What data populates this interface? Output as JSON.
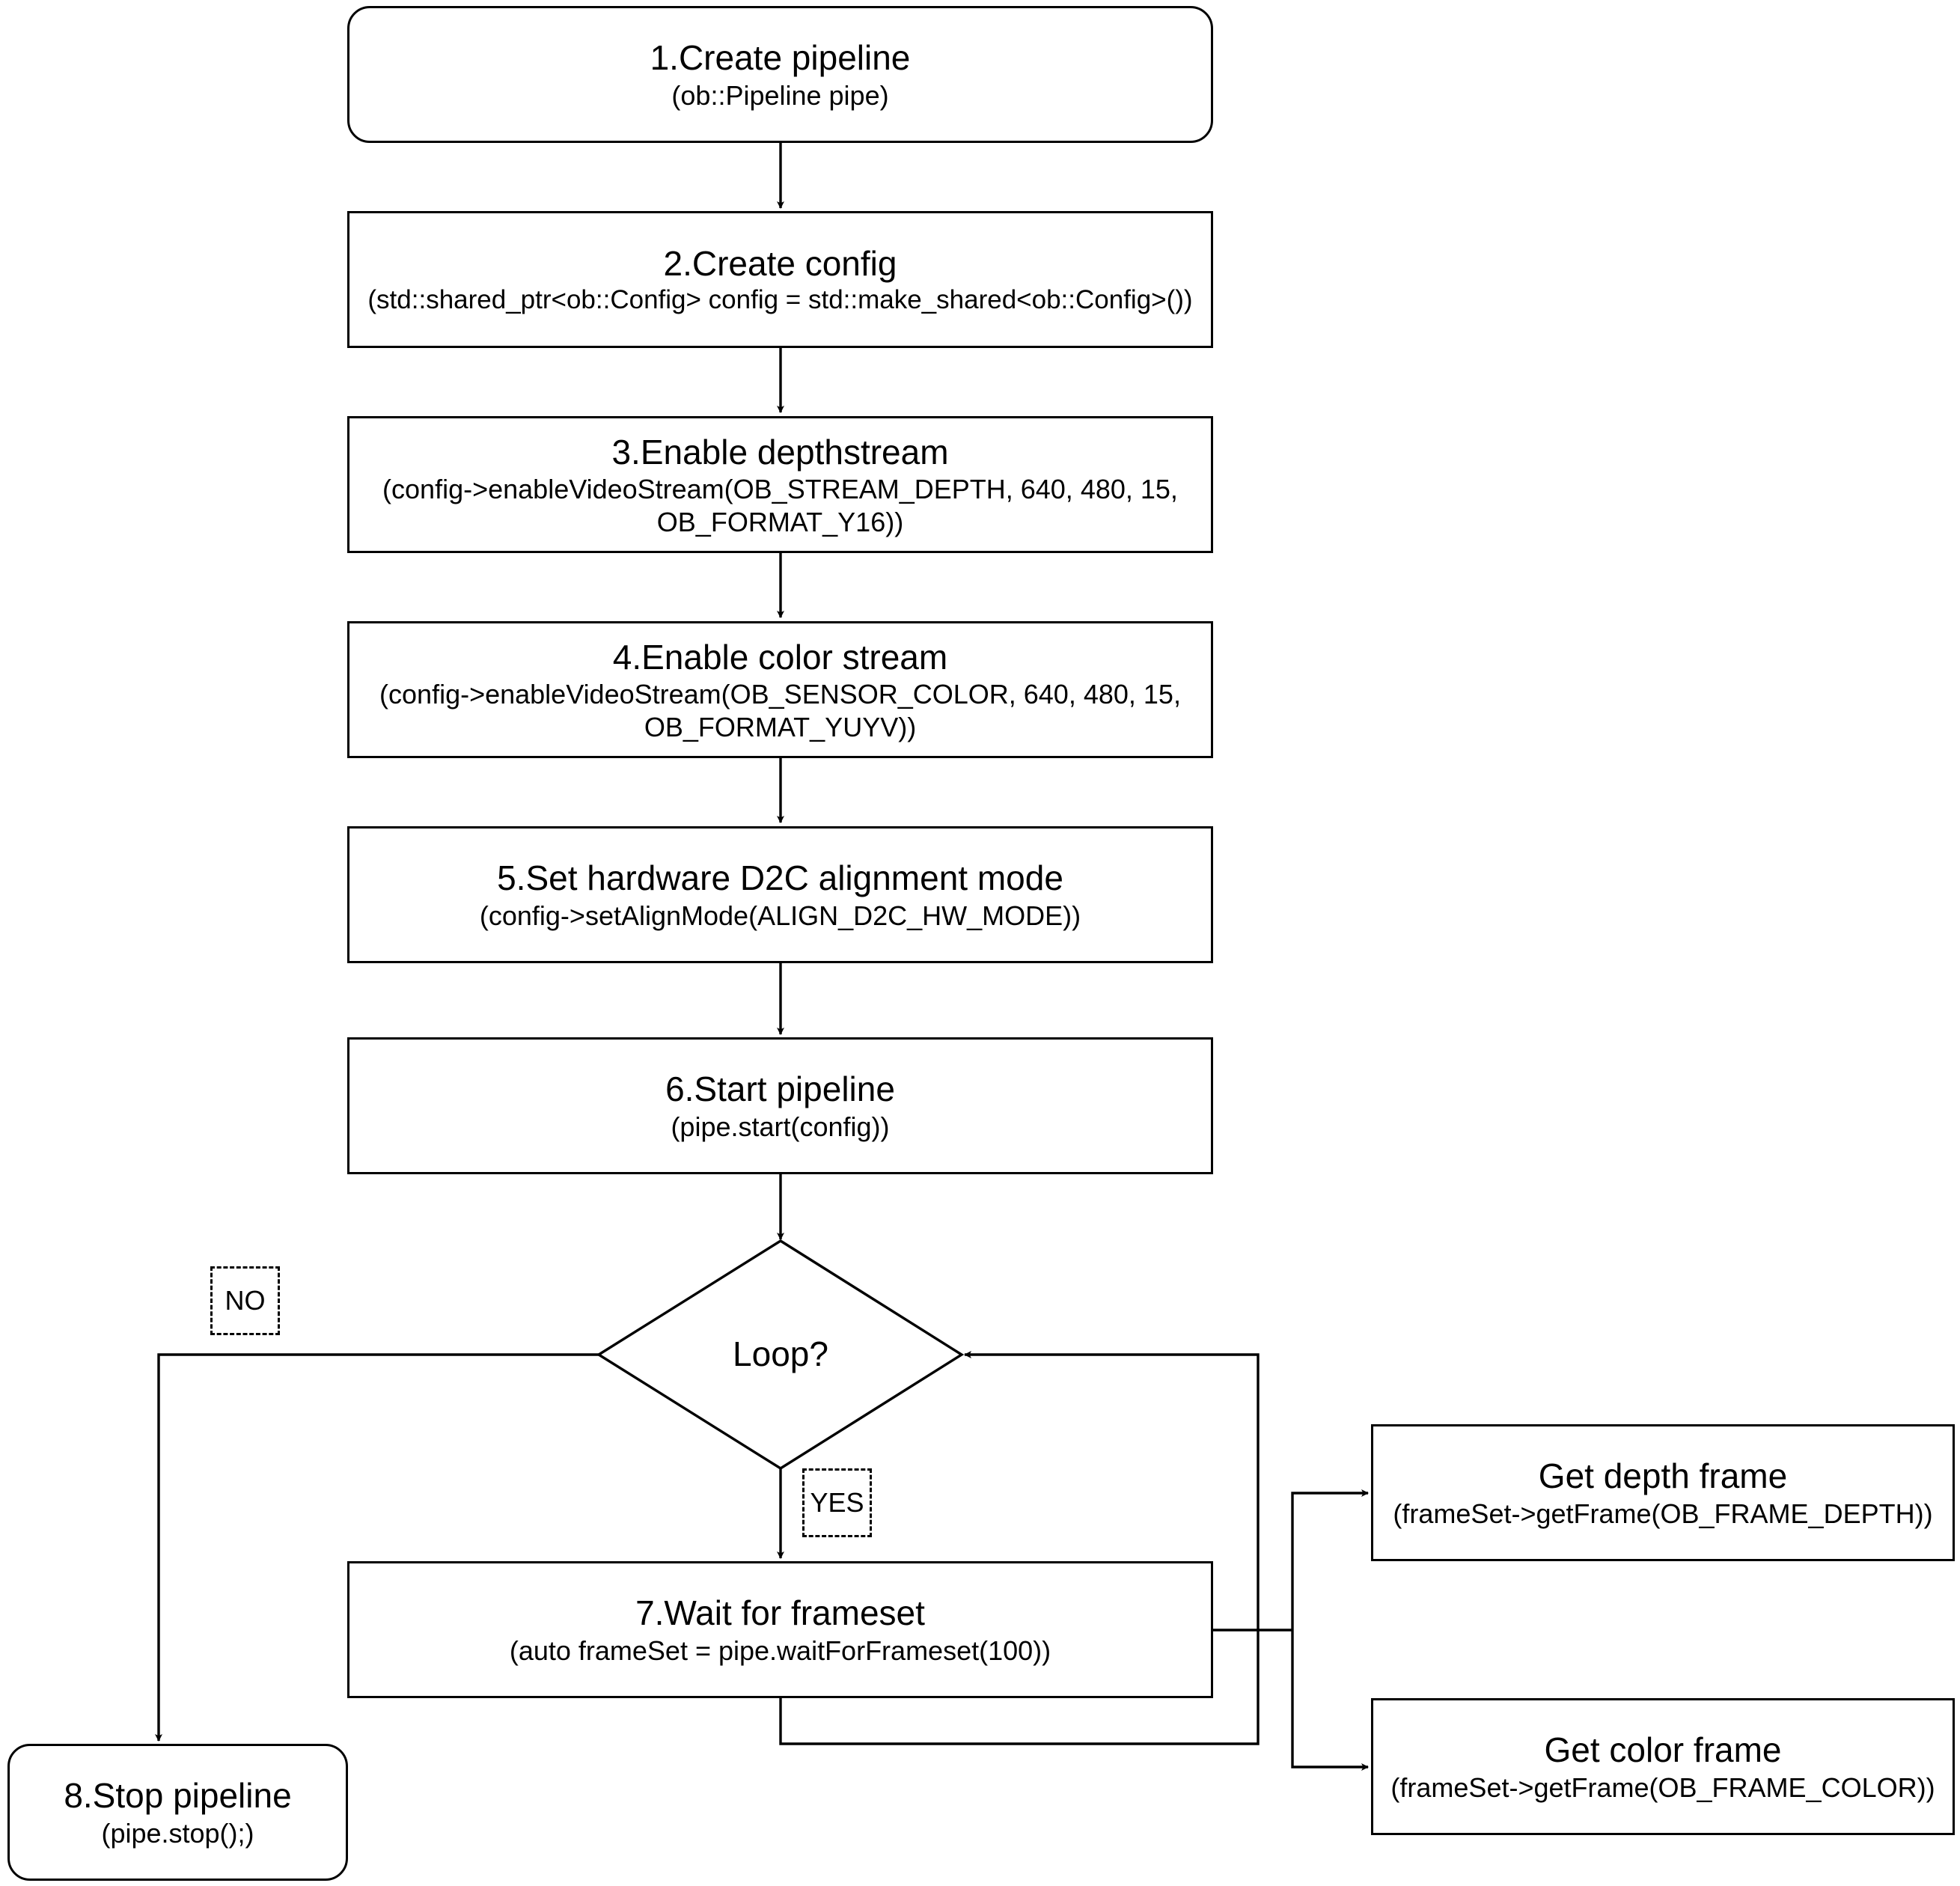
{
  "steps": {
    "create_pipeline": {
      "title": "1.Create pipeline",
      "code": "(ob::Pipeline pipe)"
    },
    "create_config": {
      "title": "2.Create config",
      "code": "(std::shared_ptr<ob::Config> config = std::make_shared<ob::Config>())"
    },
    "enable_depth": {
      "title": "3.Enable depthstream",
      "code_line1": "(config->enableVideoStream(OB_STREAM_DEPTH, 640, 480, 15,",
      "code_line2": "OB_FORMAT_Y16))"
    },
    "enable_color": {
      "title": "4.Enable color stream",
      "code_line1": "(config->enableVideoStream(OB_SENSOR_COLOR, 640, 480, 15,",
      "code_line2": "OB_FORMAT_YUYV))"
    },
    "set_align": {
      "title": "5.Set hardware D2C alignment mode",
      "code": "(config->setAlignMode(ALIGN_D2C_HW_MODE))"
    },
    "start_pipeline": {
      "title": "6.Start pipeline",
      "code": "(pipe.start(config))"
    },
    "wait_frameset": {
      "title": "7.Wait for frameset",
      "code": "(auto frameSet = pipe.waitForFrameset(100))"
    },
    "stop_pipeline": {
      "title": "8.Stop pipeline",
      "code": "(pipe.stop();)"
    },
    "get_depth": {
      "title": "Get depth frame",
      "code": "(frameSet->getFrame(OB_FRAME_DEPTH))"
    },
    "get_color": {
      "title": "Get color frame",
      "code": "(frameSet->getFrame(OB_FRAME_COLOR))"
    }
  },
  "decision": {
    "label": "Loop?"
  },
  "branch_labels": {
    "no": "NO",
    "yes": "YES"
  }
}
